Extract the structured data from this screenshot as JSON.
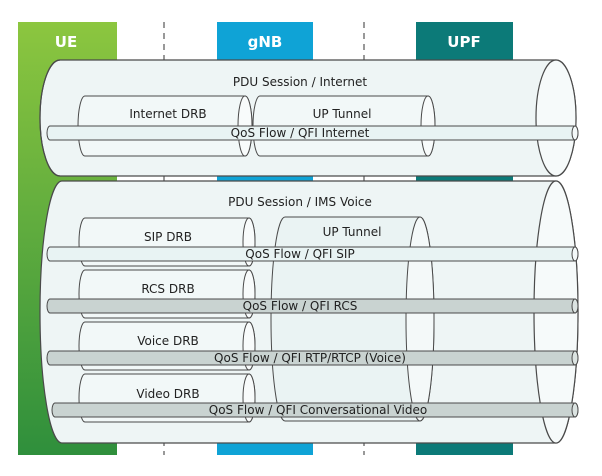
{
  "colors": {
    "ue_top": "#8cc63f",
    "ue_bottom": "#2f8f3c",
    "gnb": "#0fa3d6",
    "upf": "#0c7a78",
    "pipe_fill": "#eef5f5",
    "flow_light": "#e8f3f3",
    "flow_gray": "#c9d3d1",
    "stroke": "#4a4a4a"
  },
  "nodes": {
    "ue": "UE",
    "gnb": "gNB",
    "upf": "UPF"
  },
  "sessions": {
    "internet": {
      "label": "PDU Session / Internet",
      "drb": "Internet DRB",
      "tunnel": "UP Tunnel",
      "flow": "QoS Flow / QFI Internet"
    },
    "ims": {
      "label": "PDU Session / IMS Voice",
      "tunnel": "UP Tunnel",
      "bearers": [
        {
          "drb": "SIP DRB",
          "flow": "QoS Flow / QFI SIP"
        },
        {
          "drb": "RCS DRB",
          "flow": "QoS Flow / QFI RCS"
        },
        {
          "drb": "Voice DRB",
          "flow": "QoS Flow / QFI RTP/RTCP (Voice)"
        },
        {
          "drb": "Video DRB",
          "flow": "QoS Flow / QFI Conversational Video"
        }
      ]
    }
  }
}
